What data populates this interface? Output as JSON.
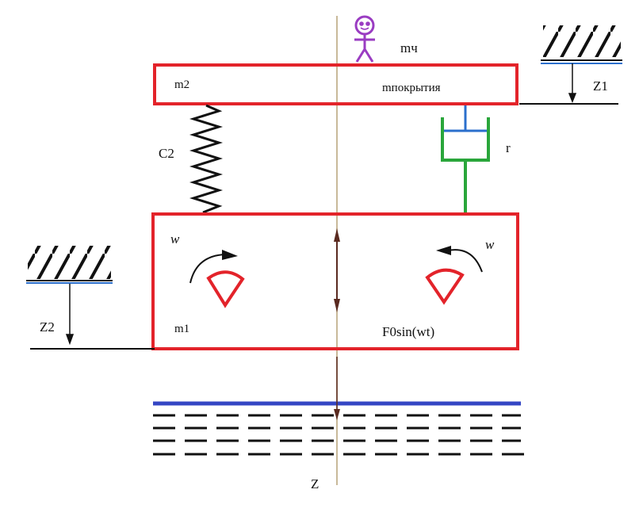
{
  "labels": {
    "m_person": "mч",
    "m2": "m2",
    "m_cover": "mпокрытия",
    "c2": "C2",
    "r": "r",
    "z1": "Z1",
    "z2": "Z2",
    "m1": "m1",
    "w_left": "w",
    "w_right": "w",
    "force": "F0sin(wt)",
    "z_axis": "Z"
  },
  "colors": {
    "mass_outline": "#e3232a",
    "damper": "#2aa63b",
    "damper_rod": "#2b6fcc",
    "water_line": "#3446c4",
    "axis": "#c9b99a",
    "person": "#9a3cc2",
    "ink": "#111111"
  }
}
